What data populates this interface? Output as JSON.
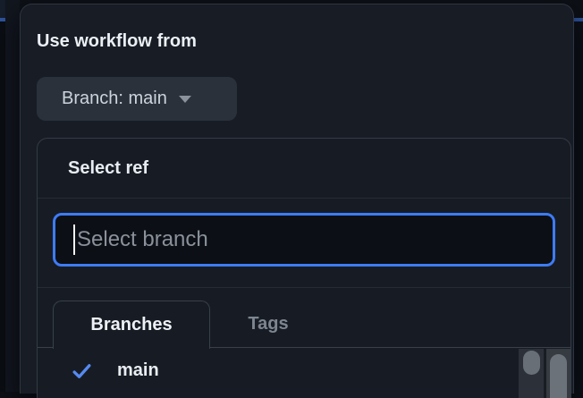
{
  "modal": {
    "heading": "Use workflow from",
    "branch_button": {
      "label": "Branch: main",
      "icon": "caret-down-icon"
    }
  },
  "select_panel": {
    "title": "Select ref",
    "search": {
      "placeholder": "Select branch",
      "value": ""
    },
    "tabs": [
      {
        "label": "Branches",
        "active": true
      },
      {
        "label": "Tags",
        "active": false
      }
    ],
    "list": [
      {
        "label": "main",
        "selected": true,
        "icon": "check-icon"
      }
    ]
  },
  "colors": {
    "page_background": "#0d1117",
    "overlay_background": "#171c25",
    "panel_border": "#343a44",
    "focus_ring_blue": "#3e7bf6",
    "check_blue": "#568af2",
    "muted_text": "#7d8590",
    "background_rule_blue": "#2e549d"
  }
}
